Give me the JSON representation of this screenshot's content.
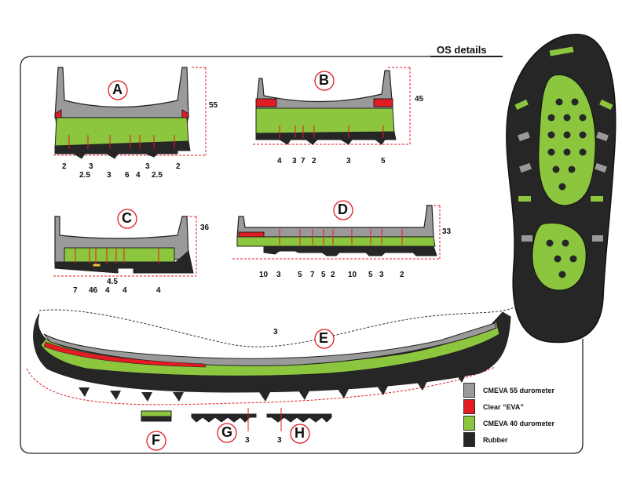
{
  "title": "OS details",
  "colors": {
    "cmeva55": "#9a9a9a",
    "clear_eva": "#e31b23",
    "cmeva40": "#8cc63f",
    "rubber": "#262626",
    "dimension": "#e31b23"
  },
  "legend": [
    {
      "label": "CMEVA 55 durometer",
      "color": "#9a9a9a"
    },
    {
      "label": "Clear “EVA”",
      "color": "#e31b23"
    },
    {
      "label": "CMEVA 40 durometer",
      "color": "#8cc63f"
    },
    {
      "label": "Rubber",
      "color": "#262626"
    }
  ],
  "sections": {
    "A": {
      "letter": "A",
      "height": "55",
      "row1": [
        "2",
        "3",
        "3",
        "2"
      ],
      "row2": [
        "2.5",
        "3",
        "6",
        "4",
        "2.5"
      ]
    },
    "B": {
      "letter": "B",
      "height": "45",
      "row1": [
        "4",
        "3",
        "7",
        "2",
        "3",
        "5"
      ]
    },
    "C": {
      "letter": "C",
      "height": "36",
      "row1": [
        "7",
        "46",
        "4",
        "4",
        "4"
      ],
      "row2": [
        "4.5"
      ]
    },
    "D": {
      "letter": "D",
      "height": "33",
      "row1": [
        "10",
        "3",
        "5",
        "7",
        "5",
        "2",
        "10",
        "5",
        "3",
        "2"
      ]
    },
    "E": {
      "letter": "E",
      "value": "3"
    },
    "F": {
      "letter": "F"
    },
    "G": {
      "letter": "G",
      "value": "3"
    },
    "H": {
      "letter": "H",
      "value": "3"
    }
  },
  "icons": {
    "outsole": "shoe-outsole-icon",
    "letter_marker": "circled-letter-icon"
  }
}
